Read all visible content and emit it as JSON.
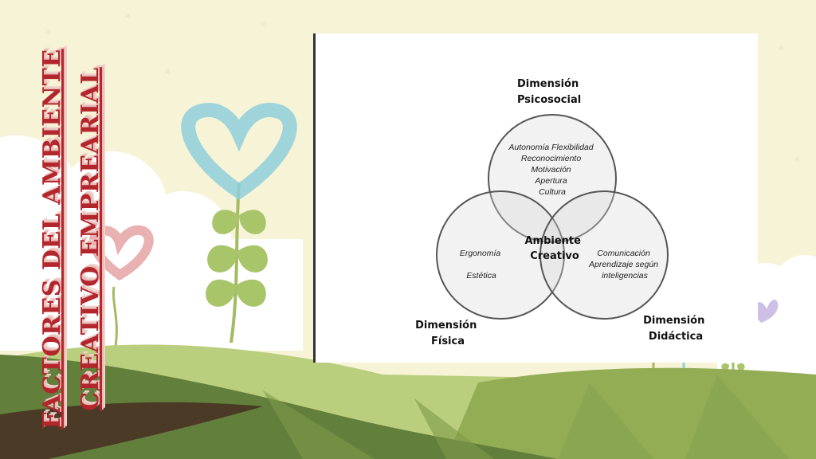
{
  "slide": {
    "title_lines": [
      "FACTORES DEL AMBIENTE",
      "CREATIVO EMPREARIAL"
    ]
  },
  "diagram": {
    "top": {
      "title": [
        "Dimensión",
        "Psicosocial"
      ],
      "items": [
        "Autonomía  Flexibilidad",
        "Reconocimiento",
        "Motivación",
        "Apertura",
        "Cultura"
      ]
    },
    "left": {
      "title": [
        "Dimensión",
        "Física"
      ],
      "items": [
        "Ergonomía",
        "Estética"
      ]
    },
    "right": {
      "title": [
        "Dimensión",
        "Didáctica"
      ],
      "items": [
        "Comunicación",
        "Aprendizaje según",
        "inteligencias"
      ]
    },
    "center": [
      "Ambiente",
      "Creativo"
    ]
  },
  "colors": {
    "title_red": "#b3262c",
    "sky": "#f7f3d6",
    "hill_dark": "#5f7a3a",
    "hill_light": "#a9c26a",
    "circle_stroke": "#555555"
  }
}
